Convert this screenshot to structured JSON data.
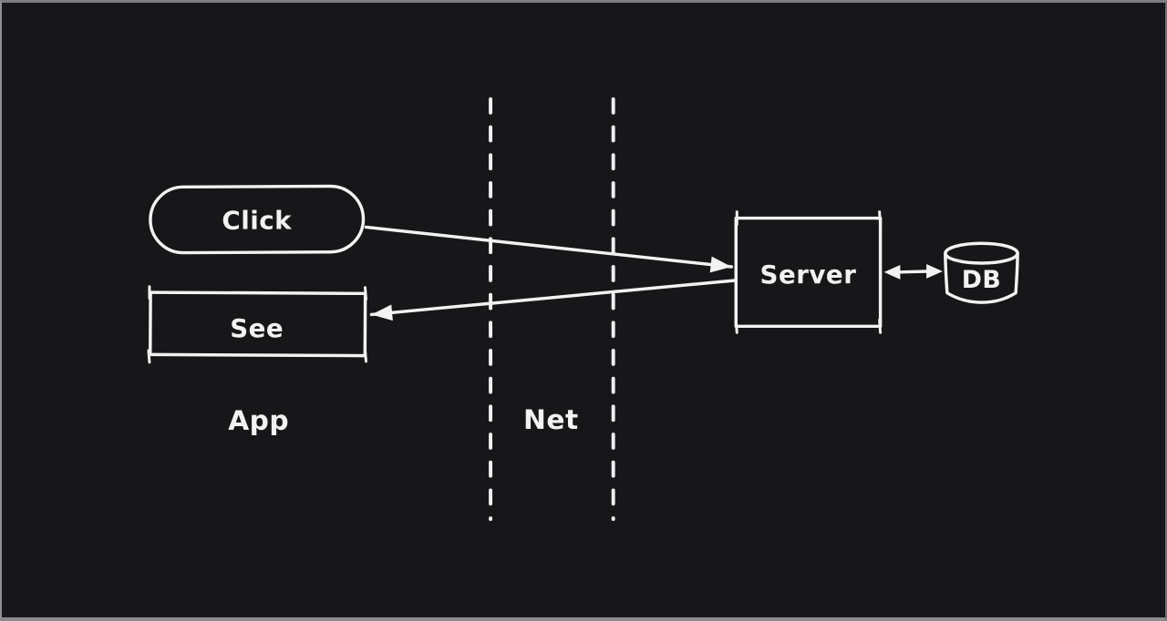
{
  "canvas": {
    "background_color": "#17171a",
    "stroke_color": "#f2f2f3",
    "frame_border_color": "#8a8a8e",
    "style": "hand-drawn whiteboard sketch, dark theme"
  },
  "nodes": {
    "click": {
      "label": "Click",
      "shape": "pill"
    },
    "see": {
      "label": "See",
      "shape": "rectangle"
    },
    "server": {
      "label": "Server",
      "shape": "rectangle"
    },
    "db": {
      "label": "DB",
      "shape": "cylinder"
    }
  },
  "zones": {
    "app": {
      "label": "App"
    },
    "net": {
      "label": "Net"
    }
  },
  "edges": [
    {
      "from": "Click",
      "to": "Server",
      "type": "arrow",
      "direction": "one-way"
    },
    {
      "from": "Server",
      "to": "See",
      "type": "arrow",
      "direction": "one-way"
    },
    {
      "from": "Server",
      "to": "DB",
      "type": "arrow",
      "direction": "two-way"
    }
  ],
  "dividers": {
    "count": 2,
    "style": "vertical dashed lines separating App | Net | Server zones"
  }
}
